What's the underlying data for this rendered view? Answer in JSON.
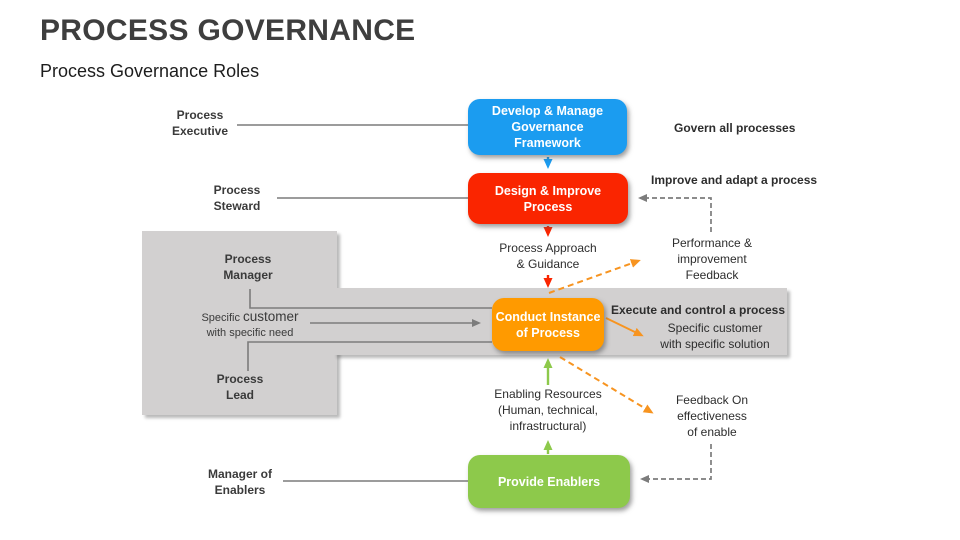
{
  "header": {
    "title": "PROCESS GOVERNANCE",
    "subtitle": "Process Governance Roles"
  },
  "colors": {
    "develop_blue": "#1b9cf0",
    "design_red": "#fa2500",
    "conduct_orange": "#ff9a00",
    "provide_green": "#8dc94b",
    "panel_gray": "#d2d0d0",
    "connector_gray": "#7c7c7c",
    "arrow_orange": "#f79420"
  },
  "roles": {
    "executive": "Process\nExecutive",
    "steward": "Process\nSteward",
    "manager": "Process\nManager",
    "lead": "Process\nLead",
    "enablers_manager": "Manager of\nEnablers"
  },
  "nodes": {
    "develop": "Develop & Manage\nGovernance\nFramework",
    "design": "Design & Improve\nProcess",
    "conduct": "Conduct Instance\nof Process",
    "provide": "Provide Enablers"
  },
  "annotations": {
    "govern": "Govern all processes",
    "improve": "Improve and adapt a process",
    "performance_feedback": "Performance &\nimprovement\nFeedback",
    "execute": "Execute and control a process",
    "specific_solution": "Specific customer\nwith specific solution",
    "feedback_enable": "Feedback On\neffectiveness\nof enable",
    "process_approach": "Process Approach\n& Guidance",
    "enabling_resources": "Enabling Resources\n(Human, technical,\ninfrastructural)",
    "specific_need_prefix": "Specific",
    "specific_need_emph": "customer",
    "specific_need_line2": "with specific need"
  }
}
